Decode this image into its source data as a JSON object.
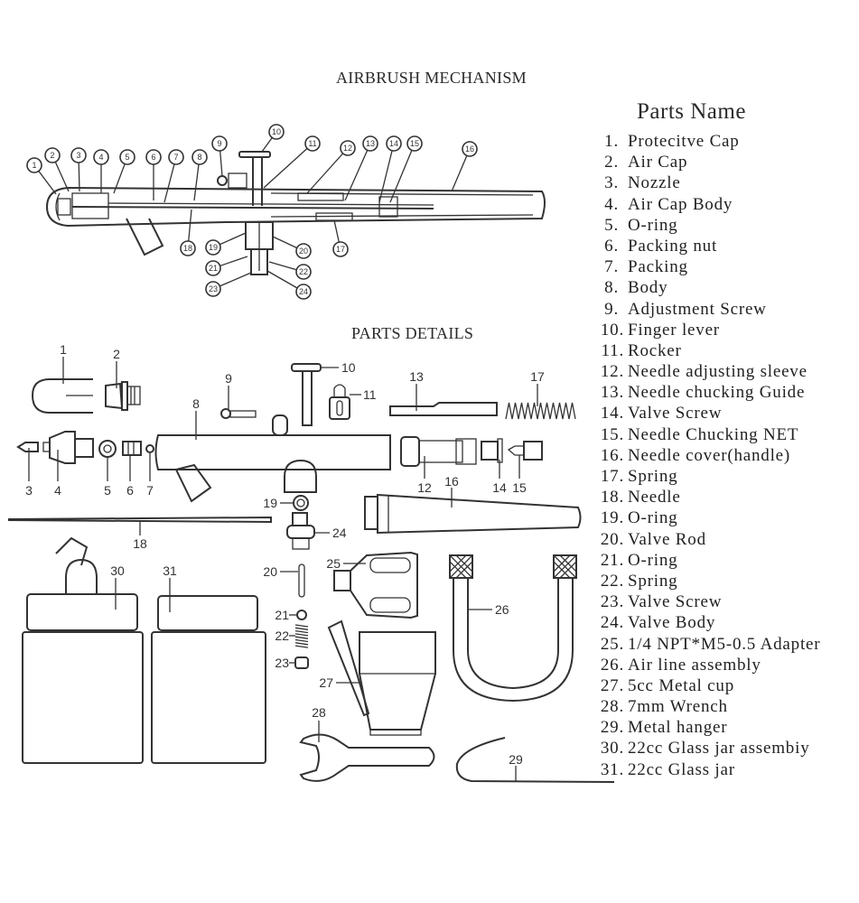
{
  "titles": {
    "mechanism": "AIRBRUSH MECHANISM",
    "details": "PARTS DETAILS",
    "parts_name": "Parts Name"
  },
  "parts": [
    {
      "num": "1.",
      "name": "Protecitve Cap"
    },
    {
      "num": "2.",
      "name": "Air Cap"
    },
    {
      "num": "3.",
      "name": "Nozzle"
    },
    {
      "num": "4.",
      "name": "Air Cap Body"
    },
    {
      "num": "5.",
      "name": "O-ring"
    },
    {
      "num": "6.",
      "name": "Packing nut"
    },
    {
      "num": "7.",
      "name": "Packing"
    },
    {
      "num": "8.",
      "name": "Body"
    },
    {
      "num": "9.",
      "name": "Adjustment Screw"
    },
    {
      "num": "10.",
      "name": "Finger lever"
    },
    {
      "num": "11.",
      "name": "Rocker"
    },
    {
      "num": "12.",
      "name": "Needle adjusting sleeve"
    },
    {
      "num": "13.",
      "name": "Needle chucking Guide"
    },
    {
      "num": "14.",
      "name": "Valve Screw"
    },
    {
      "num": "15.",
      "name": "Needle Chucking NET"
    },
    {
      "num": "16.",
      "name": "Needle cover(handle)"
    },
    {
      "num": "17.",
      "name": "Spring"
    },
    {
      "num": "18.",
      "name": "Needle"
    },
    {
      "num": "19.",
      "name": "O-ring"
    },
    {
      "num": "20.",
      "name": "Valve Rod"
    },
    {
      "num": "21.",
      "name": "O-ring"
    },
    {
      "num": "22.",
      "name": "Spring"
    },
    {
      "num": "23.",
      "name": "Valve Screw"
    },
    {
      "num": "24.",
      "name": "Valve Body"
    },
    {
      "num": "25.",
      "name": "1/4 NPT*M5-0.5 Adapter"
    },
    {
      "num": "26.",
      "name": "Air line assembly"
    },
    {
      "num": "27.",
      "name": "5cc Metal cup"
    },
    {
      "num": "28.",
      "name": "7mm Wrench"
    },
    {
      "num": "29.",
      "name": "Metal hanger"
    },
    {
      "num": "30.",
      "name": "22cc Glass jar assembiy"
    },
    {
      "num": "31.",
      "name": "22cc Glass jar"
    }
  ],
  "mechanism_callouts": [
    "1",
    "2",
    "3",
    "4",
    "5",
    "6",
    "7",
    "8",
    "9",
    "10",
    "11",
    "12",
    "13",
    "14",
    "15",
    "16",
    "17",
    "18",
    "19",
    "20",
    "21",
    "22",
    "23",
    "24"
  ],
  "detail_labels": {
    "p1": "1",
    "p2": "2",
    "p3": "3",
    "p4": "4",
    "p5": "5",
    "p6": "6",
    "p7": "7",
    "p8": "8",
    "p9": "9",
    "p10": "10",
    "p11": "11",
    "p12": "12",
    "p13": "13",
    "p14": "14",
    "p15": "15",
    "p16": "16",
    "p17": "17",
    "p18": "18",
    "p19": "19",
    "p20": "20",
    "p21": "21",
    "p22": "22",
    "p23": "23",
    "p24": "24",
    "p25": "25",
    "p26": "26",
    "p27": "27",
    "p28": "28",
    "p29": "29",
    "p30": "30",
    "p31": "31"
  }
}
